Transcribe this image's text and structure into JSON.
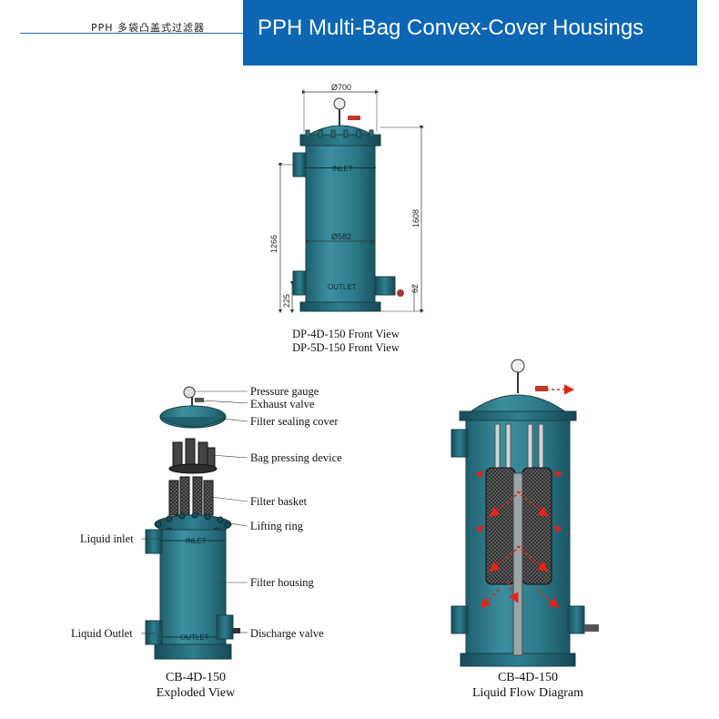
{
  "header": {
    "subtitle_cn": "PPH 多袋凸盖式过滤器",
    "title": "PPH Multi-Bag Convex-Cover Housings"
  },
  "front_view": {
    "caption_line1": "DP-4D-150  Front View",
    "caption_line2": "DP-5D-150  Front View",
    "dimensions": {
      "diameter_top": "Ø700",
      "diameter_body": "Ø582",
      "height_total": "1608",
      "height_inlet": "1266",
      "height_outlet": "225",
      "height_base": "62"
    },
    "inlet_text": "INLET",
    "outlet_text": "OUTLET"
  },
  "exploded_view": {
    "caption_line1": "CB-4D-150",
    "caption_line2": "Exploded View",
    "labels": {
      "pressure_gauge": "Pressure gauge",
      "exhaust_valve": "Exhaust valve",
      "sealing_cover": "Filter sealing cover",
      "bag_pressing": "Bag pressing device",
      "filter_basket": "Filter basket",
      "lifting_ring": "Lifting ring",
      "liquid_inlet": "Liquid inlet",
      "filter_housing": "Filter housing",
      "liquid_outlet": "Liquid Outlet",
      "discharge_valve": "Discharge valve"
    },
    "inlet_text": "INLET",
    "outlet_text": "OUTLET"
  },
  "flow_diagram": {
    "caption_line1": "CB-4D-150",
    "caption_line2": "Liquid Flow Diagram"
  },
  "colors": {
    "brand_blue": "#0c66b4",
    "tank_teal": "#2d7a8a",
    "flow_arrow": "#e0241b"
  }
}
